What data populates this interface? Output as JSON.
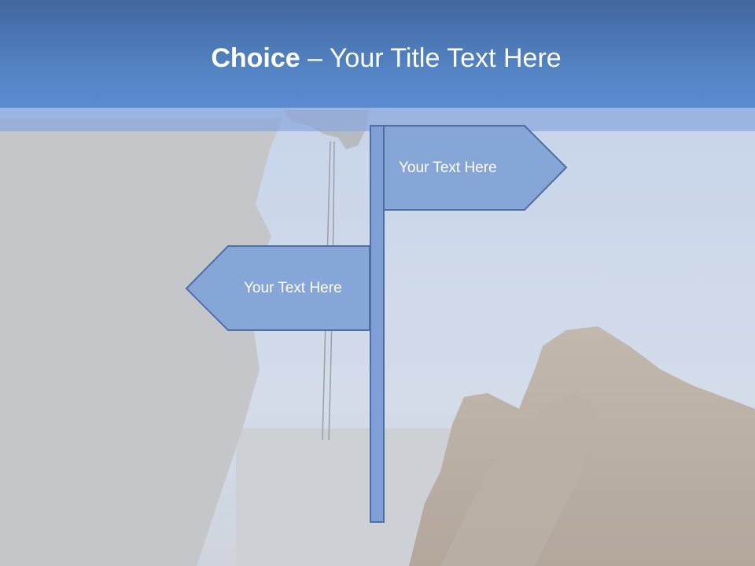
{
  "slide": {
    "title_strong": "Choice",
    "title_separator": " – ",
    "title_rest": "Your Title Text Here"
  },
  "signs": {
    "right_label": "Your Text Here",
    "left_label": "Your Text Here"
  },
  "colors": {
    "title_band": "#5484c4",
    "sign_fill": "#87a6d8",
    "sign_border": "#4d6fa3",
    "pole_fill": "#7f9fd6",
    "text": "#ffffff"
  },
  "background": {
    "description_icon": "climber-rappelling-photo"
  }
}
